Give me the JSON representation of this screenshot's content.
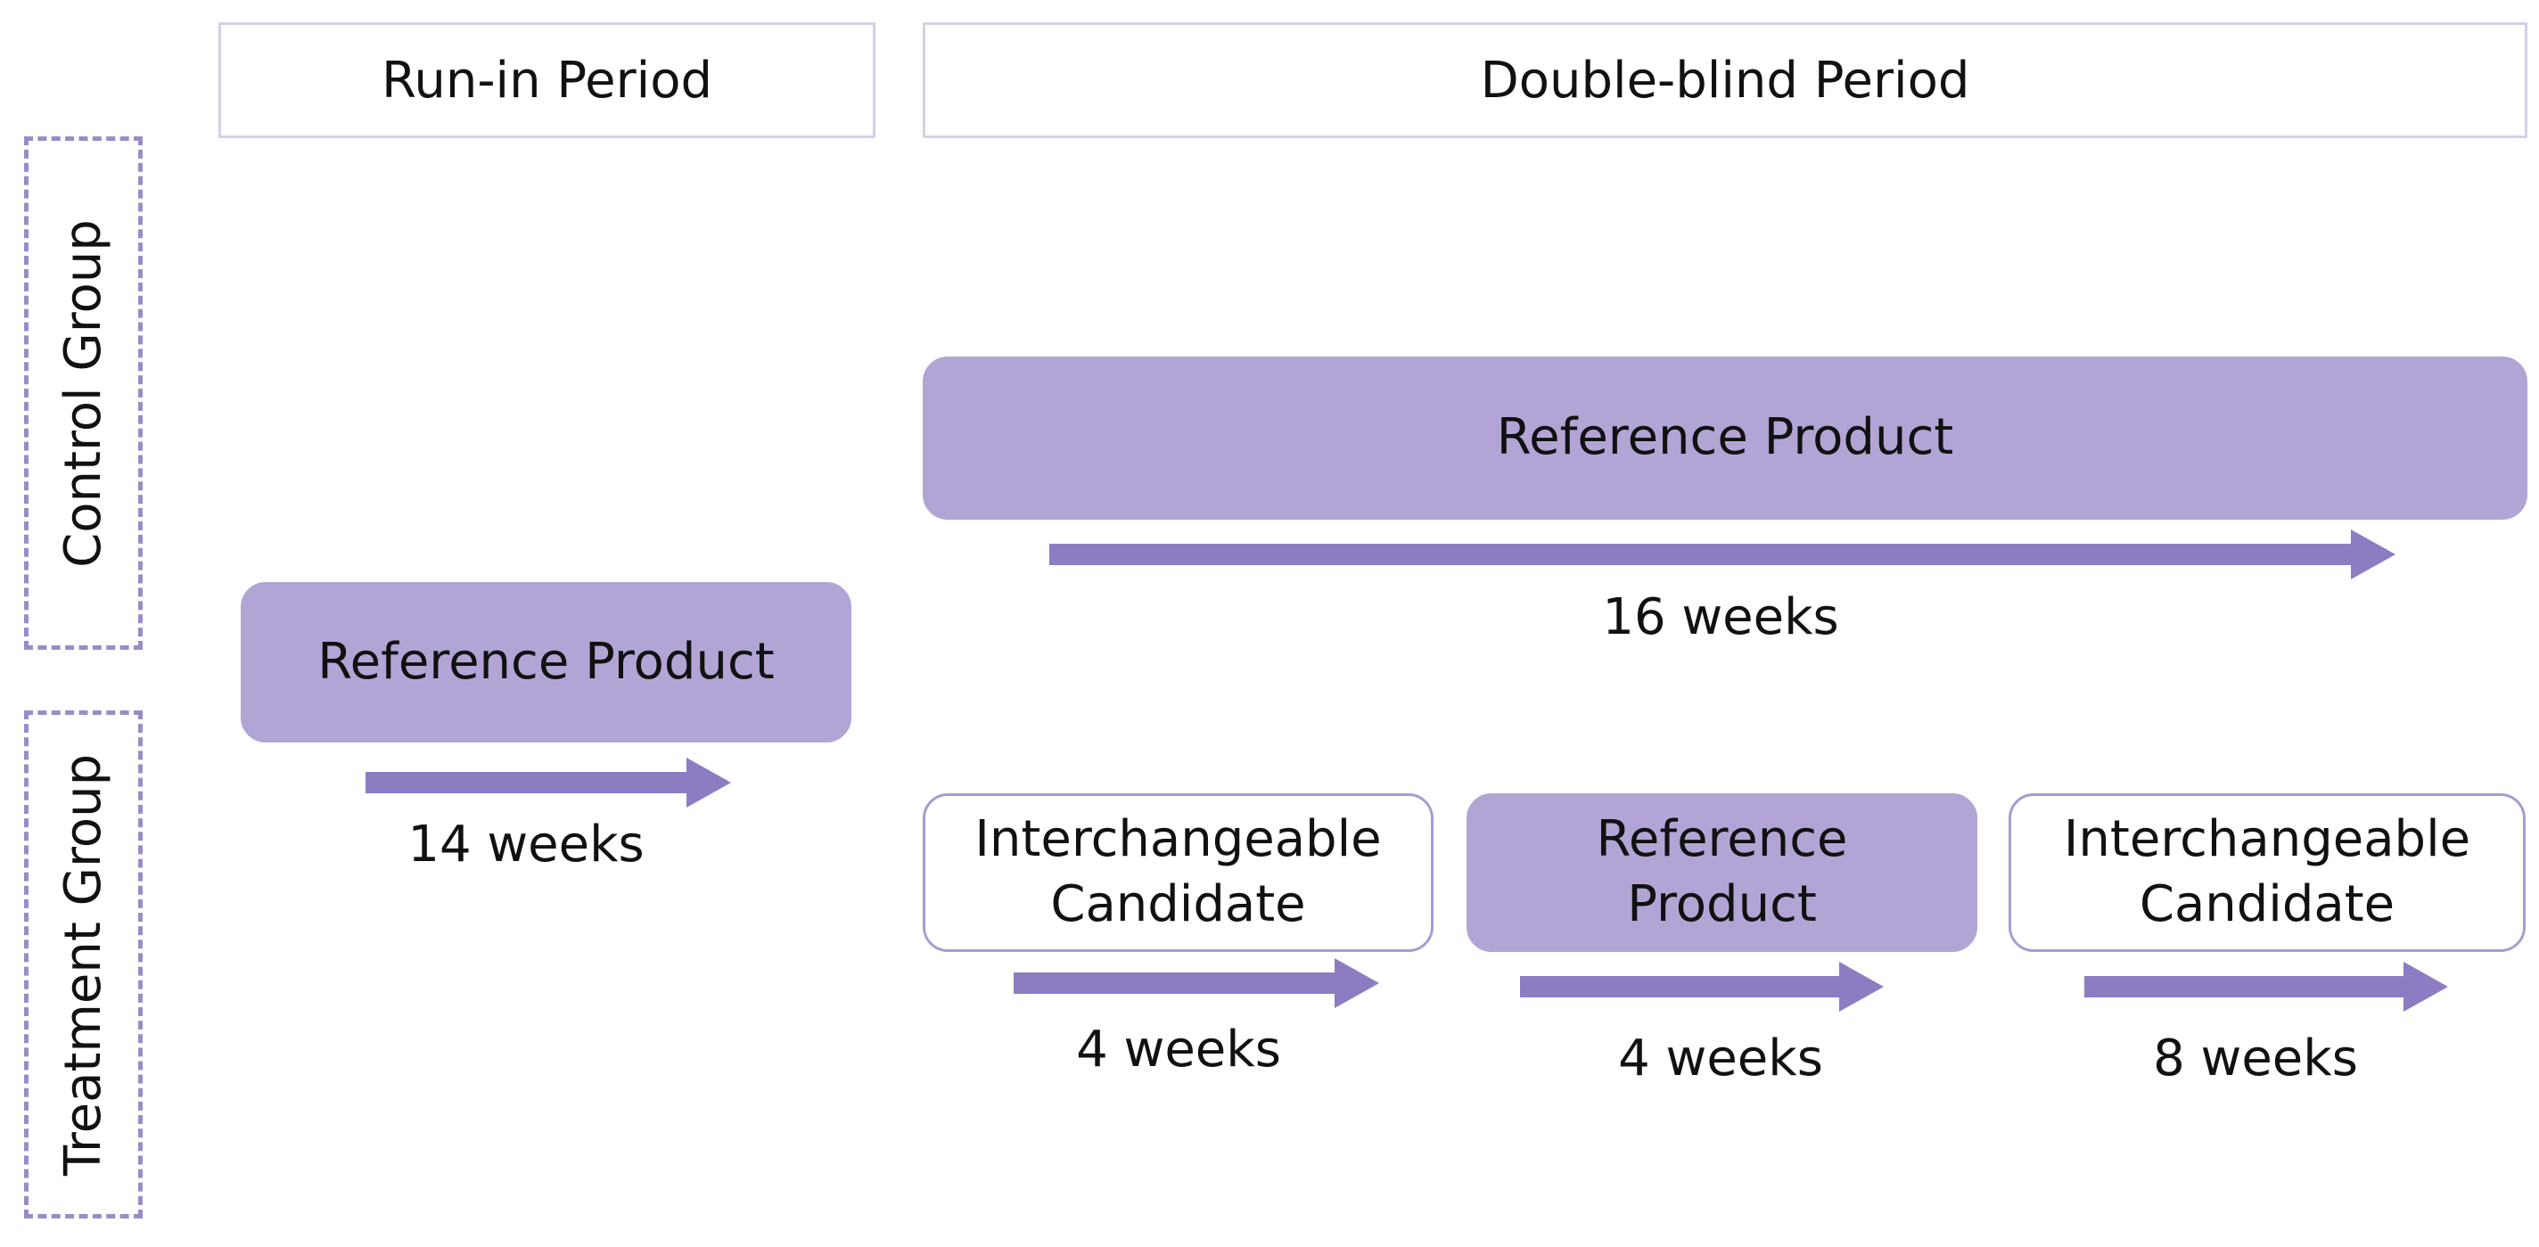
{
  "headers": {
    "run_in": "Run-in Period",
    "double_blind": "Double-blind Period"
  },
  "groups": {
    "control": "Control Group",
    "treatment": "Treatment Group"
  },
  "run_in": {
    "product": "Reference Product",
    "duration": "14 weeks"
  },
  "control": {
    "product": "Reference Product",
    "duration": "16 weeks"
  },
  "treatment": {
    "phases": [
      {
        "product": "Interchangeable\nCandidate",
        "duration": "4 weeks"
      },
      {
        "product": "Reference\nProduct",
        "duration": "4 weeks"
      },
      {
        "product": "Interchangeable\nCandidate",
        "duration": "8 weeks"
      }
    ]
  },
  "colors": {
    "box_fill": "#b2a5d6",
    "arrow": "#8e7cc3",
    "dashed_border": "#9a8cc9",
    "header_border": "#d6cfe7"
  }
}
